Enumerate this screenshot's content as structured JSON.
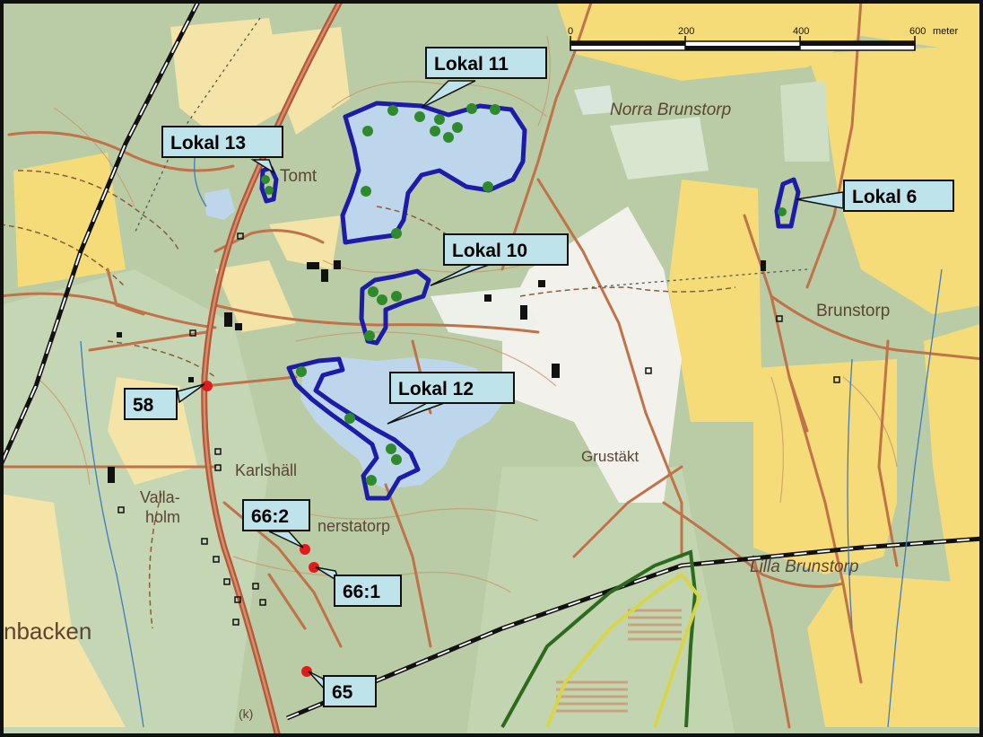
{
  "scale_bar": {
    "ticks": [
      "0",
      "200",
      "400",
      "600"
    ],
    "unit": "meter"
  },
  "places": {
    "norra_brunstorp": "Norra Brunstorp",
    "tomt": "Tomt",
    "brunstorp": "Brunstorp",
    "grustakt": "Grustäkt",
    "karlshall": "Karlshäll",
    "valla_1": "Valla-",
    "valla_2": "holm",
    "nerstatorp": "nerstatorp",
    "lilla_brunstorp": "Lilla Brunstorp",
    "nbacken": "nbacken",
    "k": "(k)"
  },
  "localities": [
    {
      "id": "11",
      "label": "Lokal 11"
    },
    {
      "id": "13",
      "label": "Lokal 13"
    },
    {
      "id": "6",
      "label": "Lokal 6"
    },
    {
      "id": "10",
      "label": "Lokal 10"
    },
    {
      "id": "12",
      "label": "Lokal 12"
    }
  ],
  "points": [
    {
      "id": "58",
      "label": "58"
    },
    {
      "id": "66_2",
      "label": "66:2"
    },
    {
      "id": "66_1",
      "label": "66:1"
    },
    {
      "id": "65",
      "label": "65"
    }
  ],
  "colors": {
    "forest": "#b9cca6",
    "field": "#f6dc79",
    "water": "#bdd6ec",
    "road": "#c07248",
    "locality_outline": "#1c1ca8",
    "observation": "#2f8a2c",
    "point": "#e01b1b",
    "callout": "#bfe3ea"
  }
}
